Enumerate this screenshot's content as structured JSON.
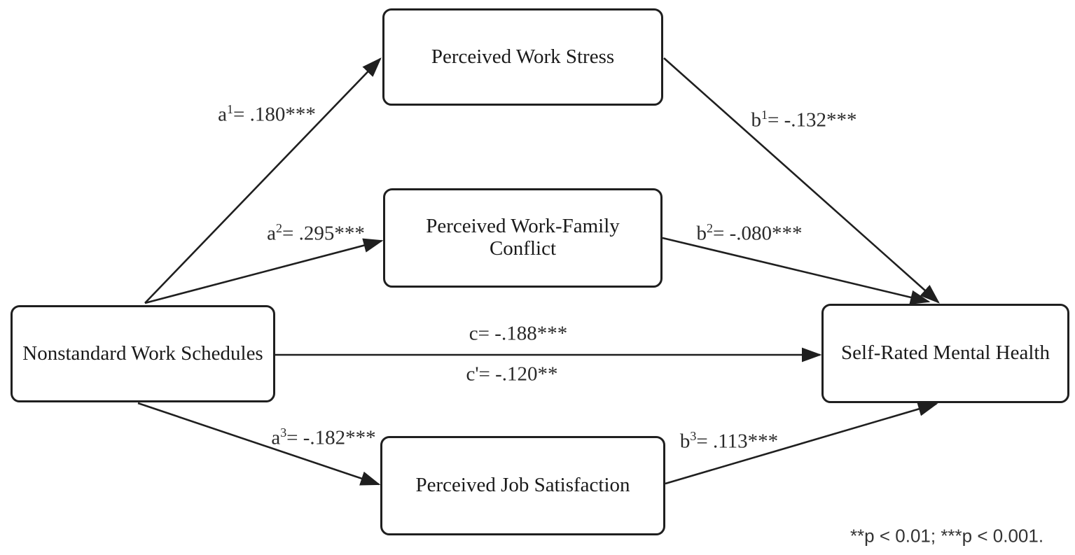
{
  "diagram": {
    "type": "mediation-path-model",
    "nodes": {
      "predictor": {
        "label": "Nonstandard Work Schedules"
      },
      "mediator1": {
        "label": "Perceived Work Stress"
      },
      "mediator2": {
        "label": "Perceived Work-Family Conflict"
      },
      "mediator3": {
        "label": "Perceived Job Satisfaction"
      },
      "outcome": {
        "label": "Self-Rated Mental Health"
      }
    },
    "paths": {
      "a1": {
        "base": "a",
        "sup": "1",
        "value": "= .180***"
      },
      "a2": {
        "base": "a",
        "sup": "2",
        "value": "= .295***"
      },
      "a3": {
        "base": "a",
        "sup": "3",
        "value": "= -.182***"
      },
      "b1": {
        "base": "b",
        "sup": "1",
        "value": "= -.132***"
      },
      "b2": {
        "base": "b",
        "sup": "2",
        "value": "= -.080***"
      },
      "b3": {
        "base": "b",
        "sup": "3",
        "value": "= .113***"
      },
      "c": {
        "label": "c= -.188***"
      },
      "c_prime": {
        "label": "c'= -.120**"
      }
    },
    "note": "**p < 0.01; ***p < 0.001.",
    "colors": {
      "line": "#1f1f1f",
      "text": "#1a1a1a",
      "background": "#ffffff"
    }
  }
}
